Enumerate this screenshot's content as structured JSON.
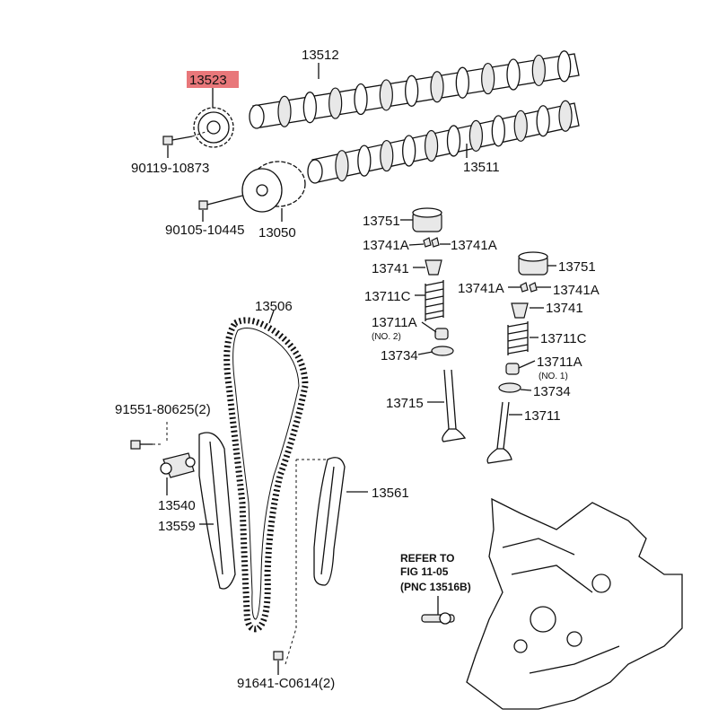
{
  "highlight_color": "#e8777a",
  "labels": {
    "p13523": "13523",
    "p13512": "13512",
    "p13511": "13511",
    "p90119": "90119-10873",
    "p90105": "90105-10445",
    "p13050": "13050",
    "p13751a": "13751",
    "p13741Aa": "13741A",
    "p13741Ab": "13741A",
    "p13741a": "13741",
    "p13711Ca": "13711C",
    "p13711Aa": "13711A",
    "no2": "(NO. 2)",
    "p13734a": "13734",
    "p13715": "13715",
    "p13751b": "13751",
    "p13741Ac": "13741A",
    "p13741Ad": "13741A",
    "p13741b": "13741",
    "p13711Cb": "13711C",
    "p13711Ab": "13711A",
    "no1": "(NO. 1)",
    "p13734b": "13734",
    "p13711": "13711",
    "p13506": "13506",
    "p91551": "91551-80625(2)",
    "p13540": "13540",
    "p13559": "13559",
    "p13561": "13561",
    "p91641": "91641-C0614(2)",
    "ref1": "REFER TO",
    "ref2": "FIG 11-05",
    "ref3": "(PNC 13516B)"
  }
}
